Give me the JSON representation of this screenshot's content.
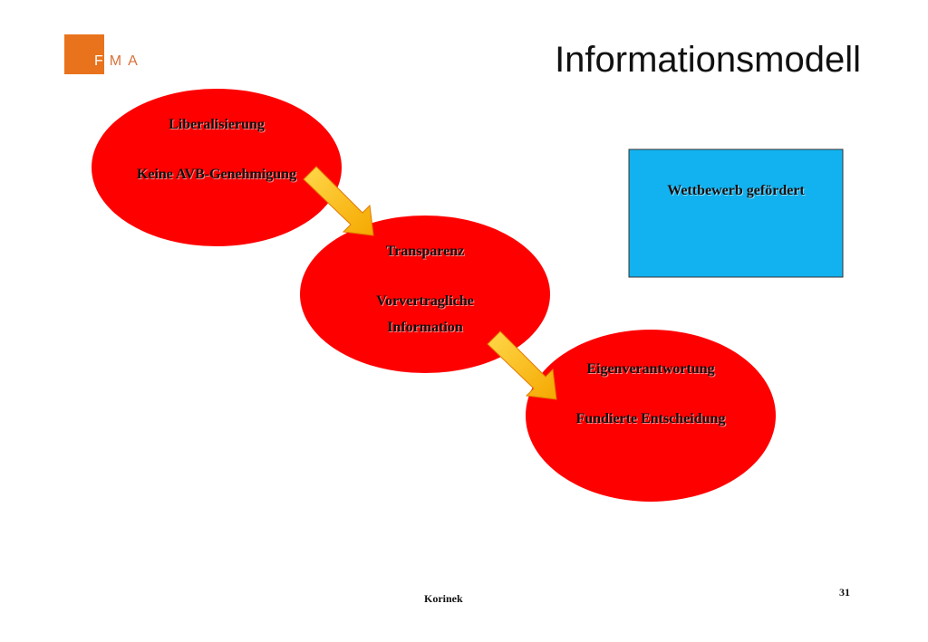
{
  "logo": {
    "letter_on_square": "F",
    "letters_after": "MA",
    "colors": {
      "square": "#e8731c"
    }
  },
  "title": "Informationsmodell",
  "nodes": [
    {
      "line1": "Liberalisierung",
      "line2": "Keine AVB-Genehmigung",
      "line3": ""
    },
    {
      "line1": "Transparenz",
      "line2": "Vorvertragliche",
      "line3": "Information"
    },
    {
      "line1": "Eigenverantwortung",
      "line2": "Fundierte Entscheidung",
      "line3": ""
    }
  ],
  "box": {
    "label": "Wettbewerb gefördert"
  },
  "footer": {
    "author": "Korinek",
    "page_number": "31"
  },
  "colors": {
    "ellipse": "#ff0000",
    "box": "#12b2f0",
    "arrow": "#ffc000",
    "arrow_outline": "#e05a00"
  }
}
